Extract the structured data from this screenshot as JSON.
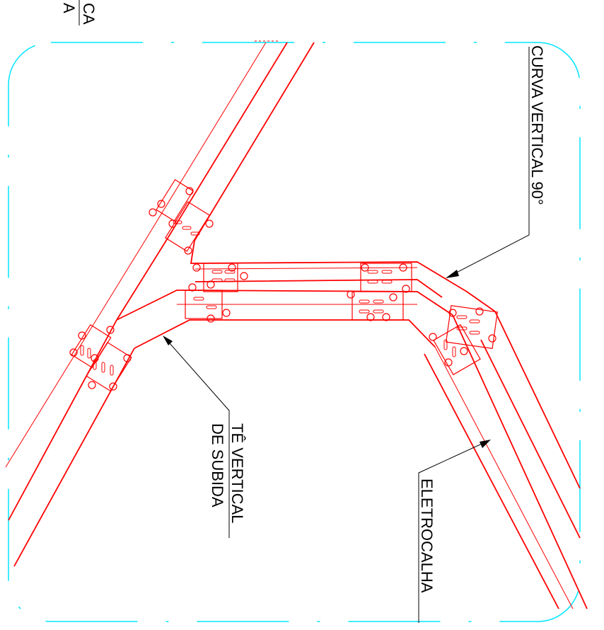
{
  "colors": {
    "tray": "#ff0000",
    "viewport_border": "#00e5ff",
    "leader": "#000000",
    "background": "#ffffff"
  },
  "labels": {
    "corner_fragment_top": "CA",
    "corner_fragment_bottom": "A",
    "curva_vertical": "CURVA VERTICAL 90°",
    "te_vertical_line1": "TÊ VERTICAL",
    "te_vertical_line2": "DE SUBIDA",
    "eletrocalha": "ELETROCALHA"
  }
}
